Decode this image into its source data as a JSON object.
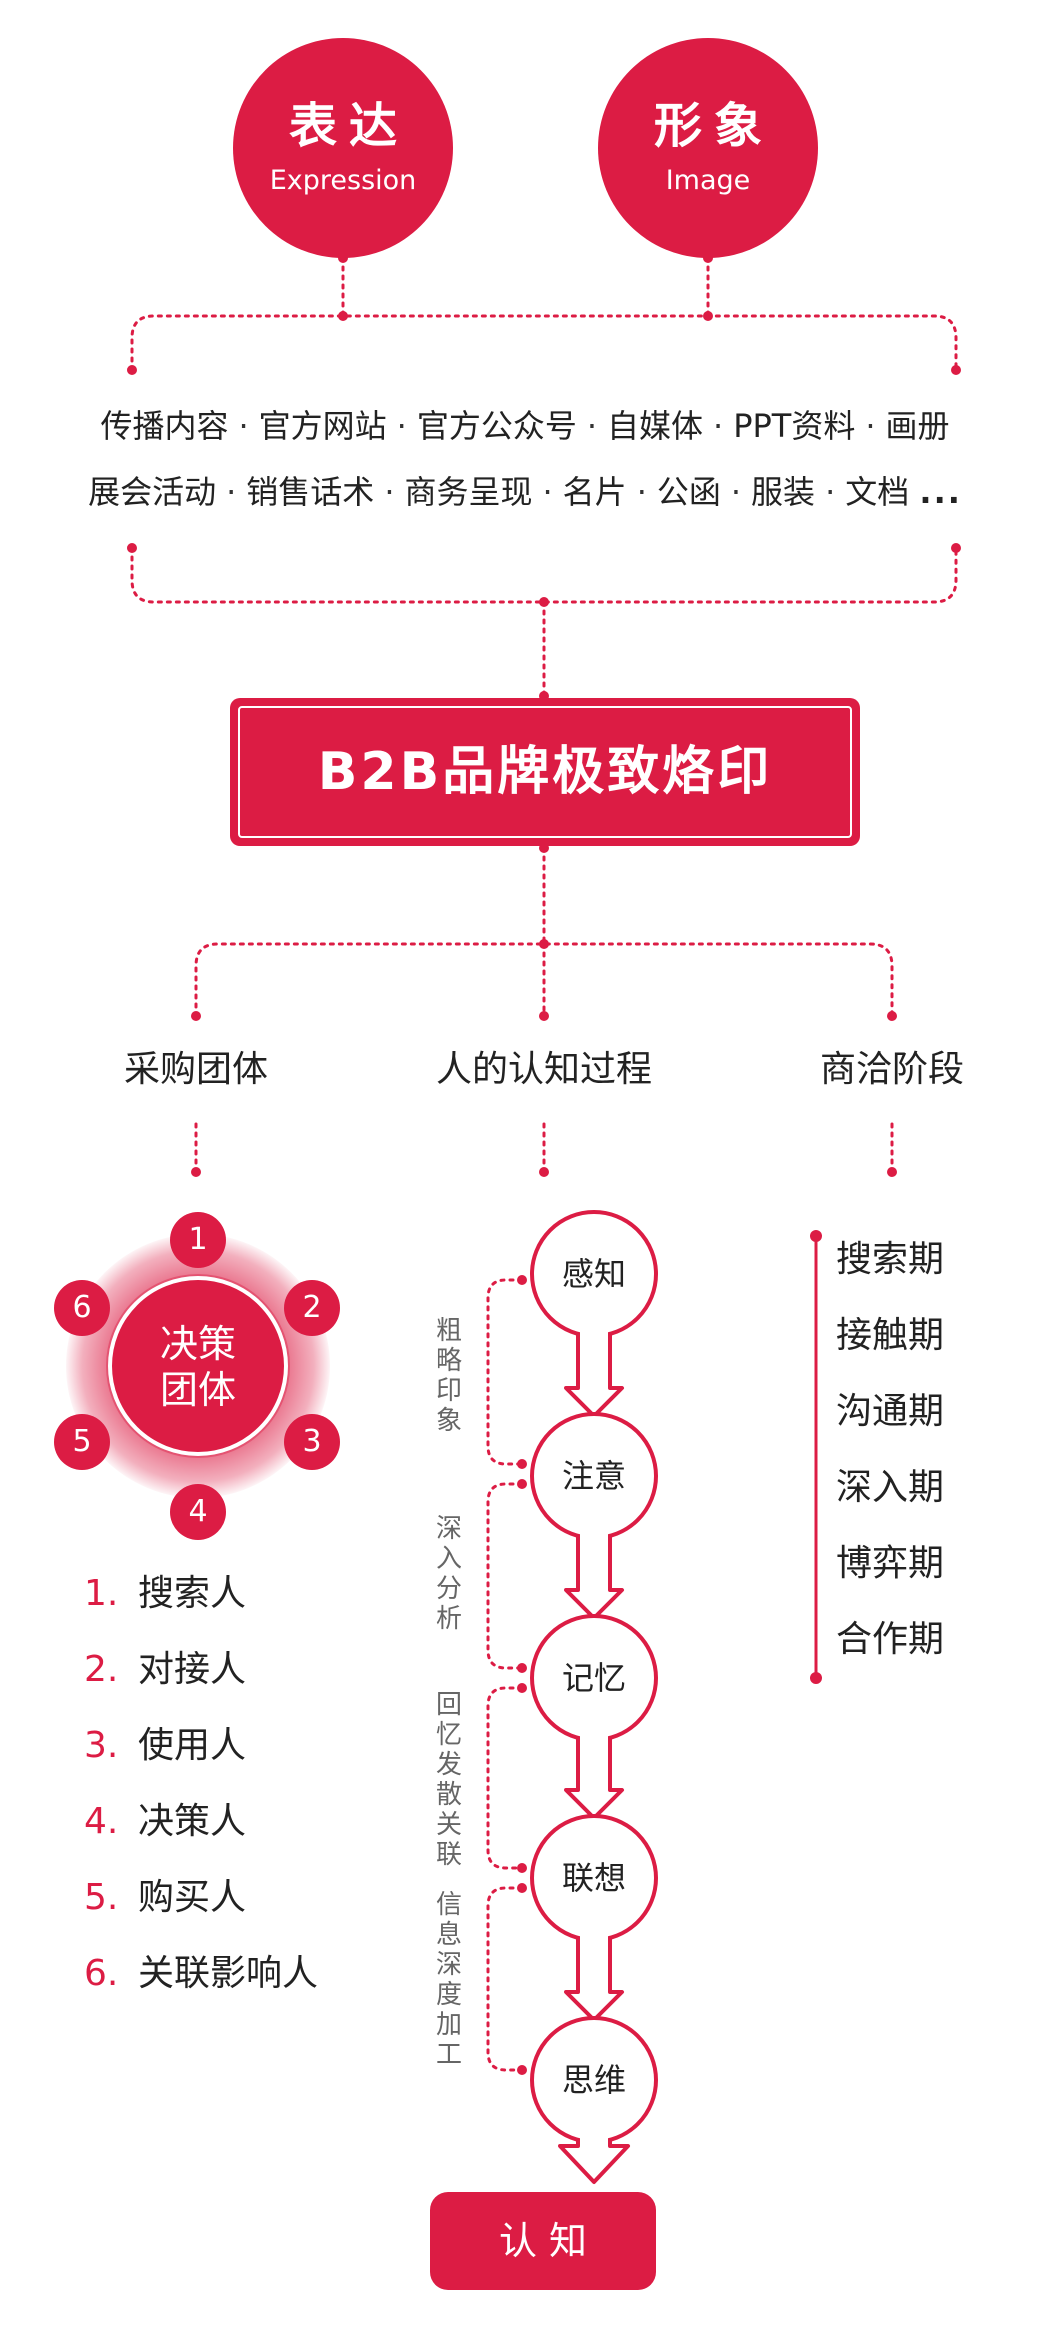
{
  "top": {
    "expression": {
      "zh": "表达",
      "en": "Expression"
    },
    "image": {
      "zh": "形象",
      "en": "Image"
    }
  },
  "channels": {
    "row1": [
      "传播内容",
      "官方网站",
      "官方公众号",
      "自媒体",
      "PPT资料",
      "画册"
    ],
    "row2": [
      "展会活动",
      "销售话术",
      "商务呈现",
      "名片",
      "公函",
      "服装",
      "文档"
    ],
    "separator": "·",
    "more": "..."
  },
  "banner": {
    "title": "B2B品牌极致烙印"
  },
  "columns": {
    "buyers": "采购团体",
    "cognition": "人的认知过程",
    "negotiation": "商洽阶段"
  },
  "buyer_group": {
    "center": [
      "决策",
      "团体"
    ],
    "numbers": [
      "1",
      "2",
      "3",
      "4",
      "5",
      "6"
    ],
    "roles": [
      {
        "num": "1.",
        "label": "搜索人"
      },
      {
        "num": "2.",
        "label": "对接人"
      },
      {
        "num": "3.",
        "label": "使用人"
      },
      {
        "num": "4.",
        "label": "决策人"
      },
      {
        "num": "5.",
        "label": "购买人"
      },
      {
        "num": "6.",
        "label": "关联影响人"
      }
    ]
  },
  "cognition": {
    "stages": [
      "感知",
      "注意",
      "记忆",
      "联想",
      "思维"
    ],
    "links": [
      "粗略印象",
      "深入分析",
      "回忆发散关联",
      "信息深度加工"
    ],
    "result": "认知"
  },
  "phases": [
    "搜索期",
    "接触期",
    "沟通期",
    "深入期",
    "博弈期",
    "合作期"
  ],
  "colors": {
    "accent": "#dc1c44",
    "text": "#222222",
    "muted": "#666666"
  }
}
